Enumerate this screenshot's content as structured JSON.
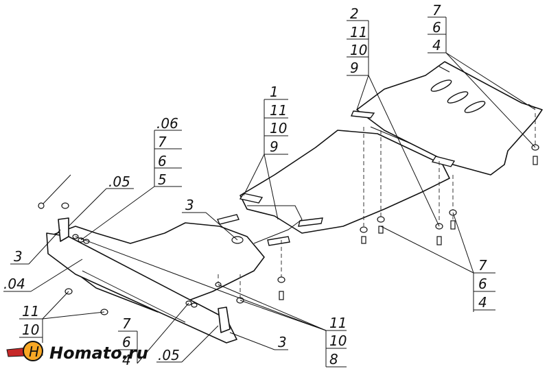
{
  "callouts": {
    "top_right": [
      "7",
      "6",
      "4"
    ],
    "top_mid_right": [
      "2",
      "11",
      "10",
      "9"
    ],
    "center": [
      "1",
      "11",
      "10",
      "9"
    ],
    "left_top": [
      ".06",
      "7",
      "6",
      "5"
    ],
    "left_05": ".05",
    "left_3": "3",
    "left_04": ".04",
    "bottom_left": [
      "11",
      "10"
    ],
    "bottom_mid": [
      "7",
      "6",
      "4"
    ],
    "bottom_05": ".05",
    "bottom_3": "3",
    "bottom_right_group": [
      "11",
      "10",
      "8"
    ],
    "right_group": [
      "7",
      "6",
      "4"
    ],
    "center_3": "3"
  },
  "logo": {
    "text": "Homato.ru"
  }
}
